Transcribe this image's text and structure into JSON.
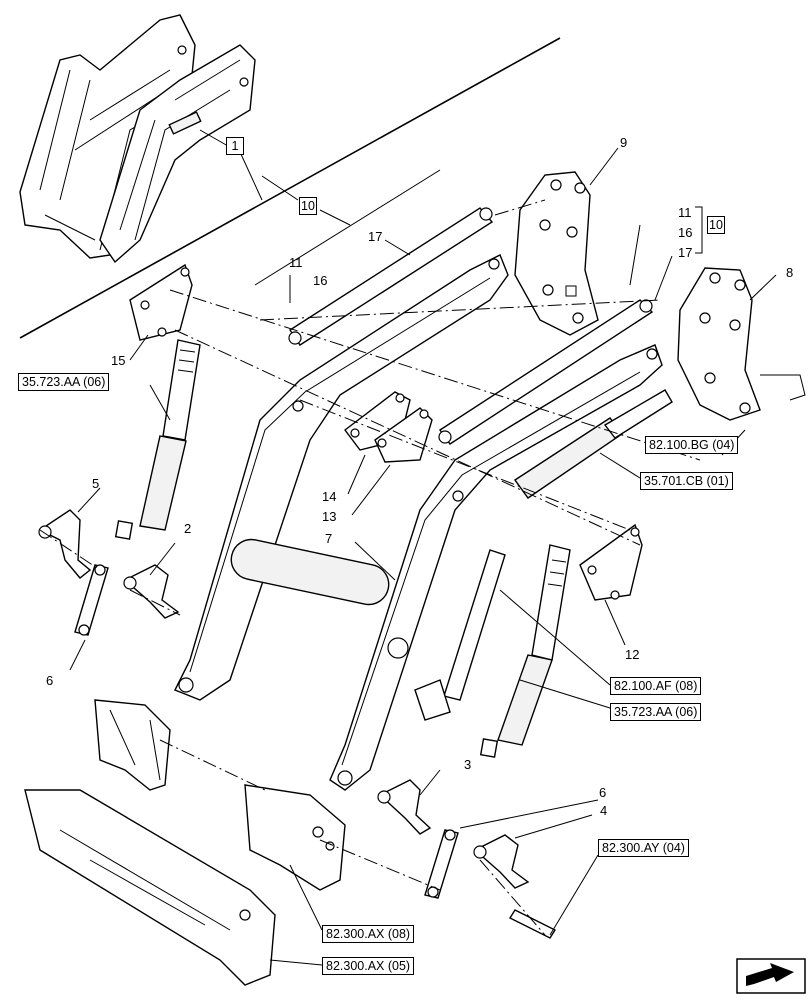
{
  "callouts": [
    {
      "id": "n9",
      "text": "9"
    },
    {
      "id": "n11a",
      "text": "11"
    },
    {
      "id": "n16a",
      "text": "16"
    },
    {
      "id": "n17a",
      "text": "17"
    },
    {
      "id": "n11b",
      "text": "11"
    },
    {
      "id": "n16b",
      "text": "16"
    },
    {
      "id": "n17b",
      "text": "17"
    },
    {
      "id": "n8",
      "text": "8"
    },
    {
      "id": "n15",
      "text": "15"
    },
    {
      "id": "n5",
      "text": "5"
    },
    {
      "id": "n2",
      "text": "2"
    },
    {
      "id": "n14",
      "text": "14"
    },
    {
      "id": "n13",
      "text": "13"
    },
    {
      "id": "n7",
      "text": "7"
    },
    {
      "id": "n12",
      "text": "12"
    },
    {
      "id": "n6a",
      "text": "6"
    },
    {
      "id": "n3",
      "text": "3"
    },
    {
      "id": "n6b",
      "text": "6"
    },
    {
      "id": "n4",
      "text": "4"
    }
  ],
  "boxed_numbers": [
    {
      "id": "b1",
      "text": "1"
    },
    {
      "id": "b10a",
      "text": "10"
    },
    {
      "id": "b10b",
      "text": "10"
    }
  ],
  "references": [
    {
      "id": "r1",
      "text": "35.723.AA (06)"
    },
    {
      "id": "r2",
      "text": "82.100.BG (04)"
    },
    {
      "id": "r3",
      "text": "35.701.CB (01)"
    },
    {
      "id": "r4",
      "text": "82.100.AF (08)"
    },
    {
      "id": "r5",
      "text": "35.723.AA (06)"
    },
    {
      "id": "r6",
      "text": "82.300.AY (04)"
    },
    {
      "id": "r7",
      "text": "82.300.AX (08)"
    },
    {
      "id": "r8",
      "text": "82.300.AX (05)"
    }
  ],
  "nav_icon": "next-page-arrow-icon"
}
